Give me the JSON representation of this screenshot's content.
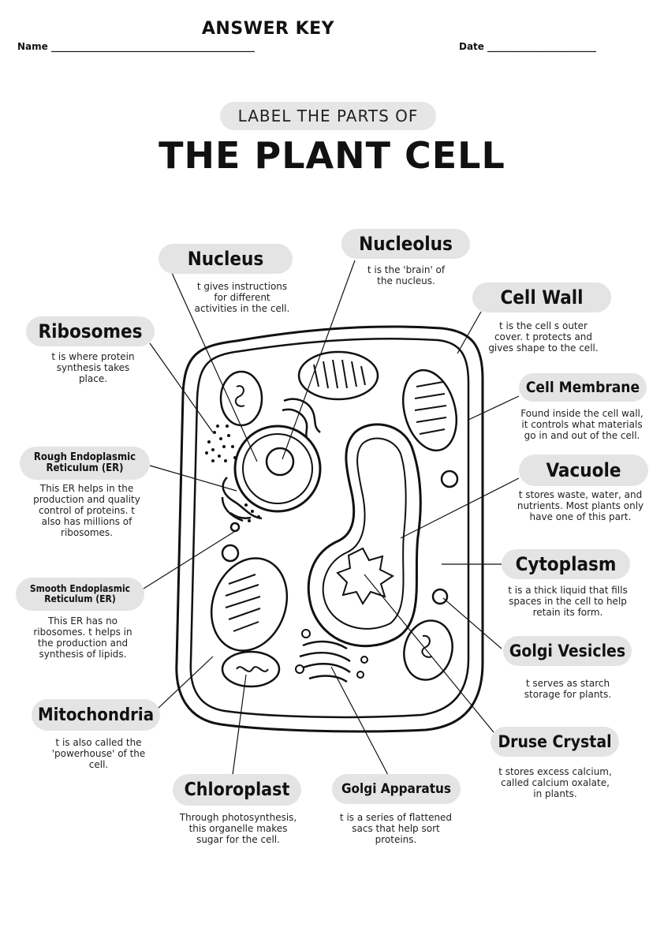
{
  "header": {
    "answer_key": "ANSWER KEY",
    "name_label": "Name ___________________________________________",
    "date_label": "Date _______________________"
  },
  "title": {
    "subtitle": "LABEL THE PARTS OF",
    "main": "THE PLANT CELL"
  },
  "labels": {
    "nucleus": {
      "name": "Nucleus",
      "desc": "t gives instructions\nfor different\nactivities in the cell."
    },
    "nucleolus": {
      "name": "Nucleolus",
      "desc": "t is the 'brain' of\nthe nucleus."
    },
    "cell_wall": {
      "name": "Cell Wall",
      "desc": "t is the cell s outer\ncover.  t protects and\ngives shape to the cell."
    },
    "ribosomes": {
      "name": "Ribosomes",
      "desc": "t is where protein\nsynthesis takes\nplace."
    },
    "cell_membrane": {
      "name": "Cell Membrane",
      "desc": "Found inside the cell wall,\nit controls what materials\ngo in and out of the cell."
    },
    "rough_er": {
      "name_line1": "Rough Endoplasmic",
      "name_line2": "Reticulum (ER)",
      "desc": "This ER helps in the\nproduction and quality\ncontrol of proteins.  t\nalso has millions of\nribosomes."
    },
    "vacuole": {
      "name": "Vacuole",
      "desc": "t stores waste, water, and\nnutrients.  Most plants only\nhave one of this part."
    },
    "smooth_er": {
      "name_line1": "Smooth Endoplasmic",
      "name_line2": "Reticulum (ER)",
      "desc": "This ER has no\nribosomes.   t helps in\nthe production and\nsynthesis of lipids."
    },
    "cytoplasm": {
      "name": "Cytoplasm",
      "desc": "t is a thick liquid that fills\nspaces in the cell to help\nretain its form."
    },
    "golgi_vesicles": {
      "name": "Golgi Vesicles",
      "desc": "t serves as starch\nstorage for plants."
    },
    "mitochondria": {
      "name": "Mitochondria",
      "desc": "t is also called the\n'powerhouse' of the\ncell."
    },
    "druse_crystal": {
      "name": "Druse Crystal",
      "desc": "t stores excess calcium,\ncalled calcium oxalate,\nin plants."
    },
    "chloroplast": {
      "name": "Chloroplast",
      "desc": "Through photosynthesis,\nthis organelle makes\nsugar for the cell."
    },
    "golgi_apparatus": {
      "name": "Golgi Apparatus",
      "desc": "t is a series of flattened\nsacs that help sort\nproteins."
    }
  },
  "colors": {
    "pill": "#e4e4e4",
    "ink": "#111111"
  }
}
